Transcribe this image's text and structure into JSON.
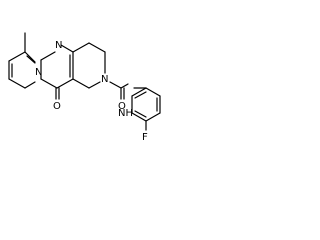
{
  "molecule": {
    "atoms": {
      "n_bridgehead": "N",
      "n_pyrimidine": "N",
      "o_ketone": "O",
      "n_piperidine": "N",
      "o_amide": "O",
      "nh_amide": "NH",
      "f_aryl": "F"
    },
    "colors": {
      "bond": "#000000",
      "label": "#000000",
      "background": "#ffffff"
    }
  }
}
